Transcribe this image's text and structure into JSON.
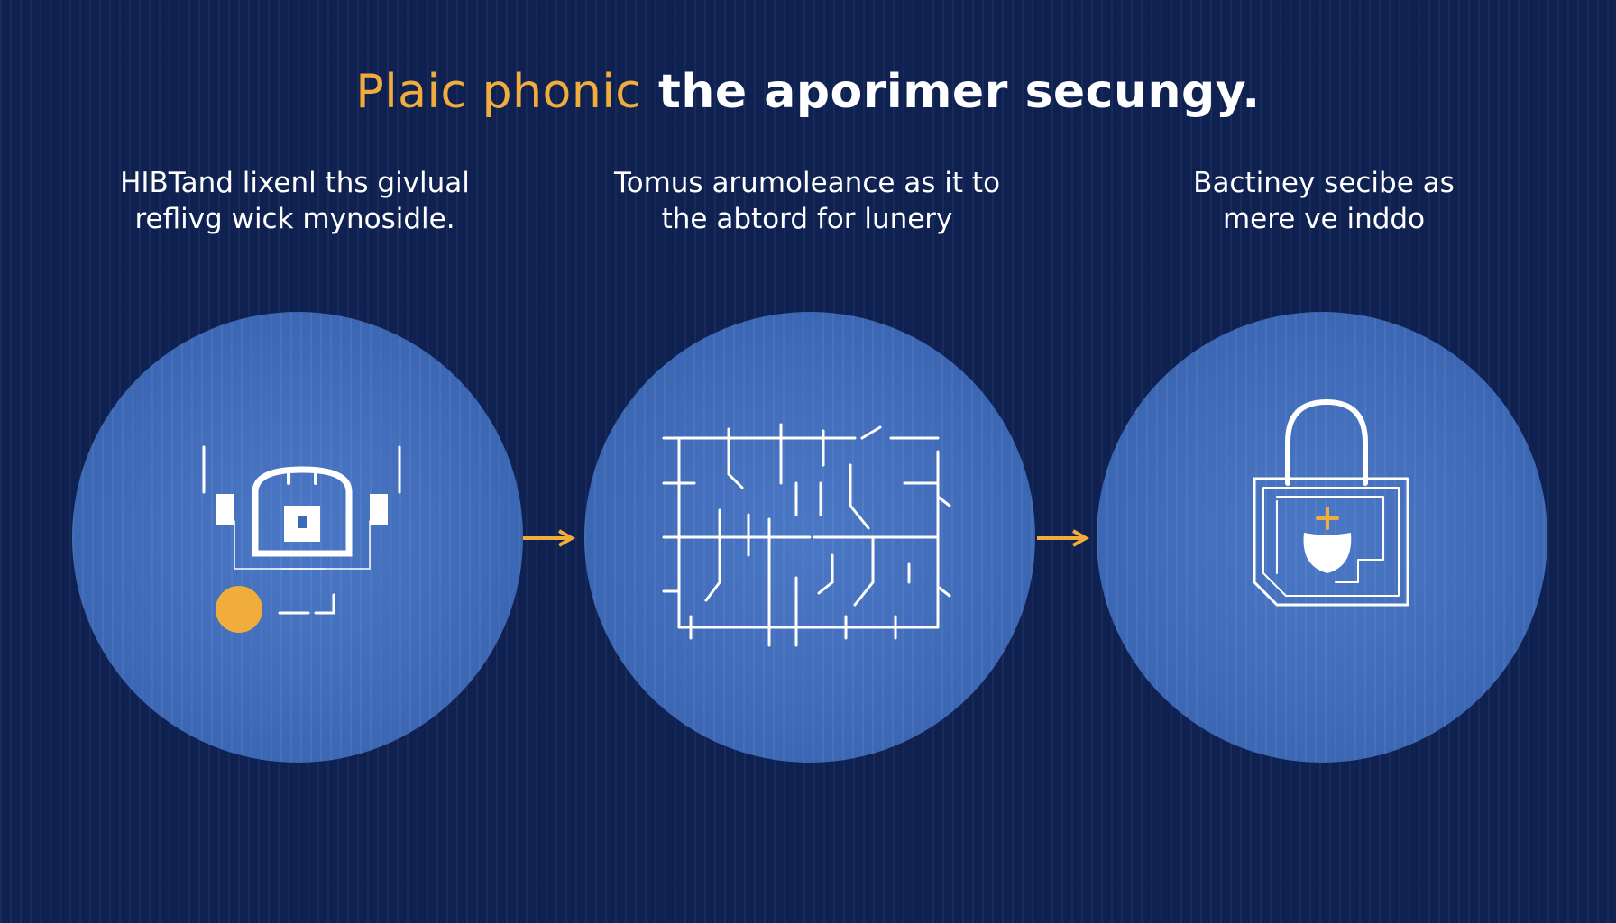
{
  "title": {
    "highlight": "Plaic phonic",
    "rest": "the aporimer secungy."
  },
  "steps": [
    {
      "caption_line1": "HIBTand lixenl ths givlual",
      "caption_line2": "reflivg wick mynosidle.",
      "icon": "vault-lock-icon"
    },
    {
      "caption_line1": "Tomus arumoleance as it to",
      "caption_line2": "the abtord for lunery",
      "icon": "maze-grid-icon"
    },
    {
      "caption_line1": "Bactiney secibe as",
      "caption_line2": "mere ve inddo",
      "icon": "padlock-shield-icon"
    }
  ],
  "colors": {
    "background": "#0f2150",
    "circle": "#3e69b6",
    "accent": "#f0ad3c",
    "text": "#ffffff"
  }
}
